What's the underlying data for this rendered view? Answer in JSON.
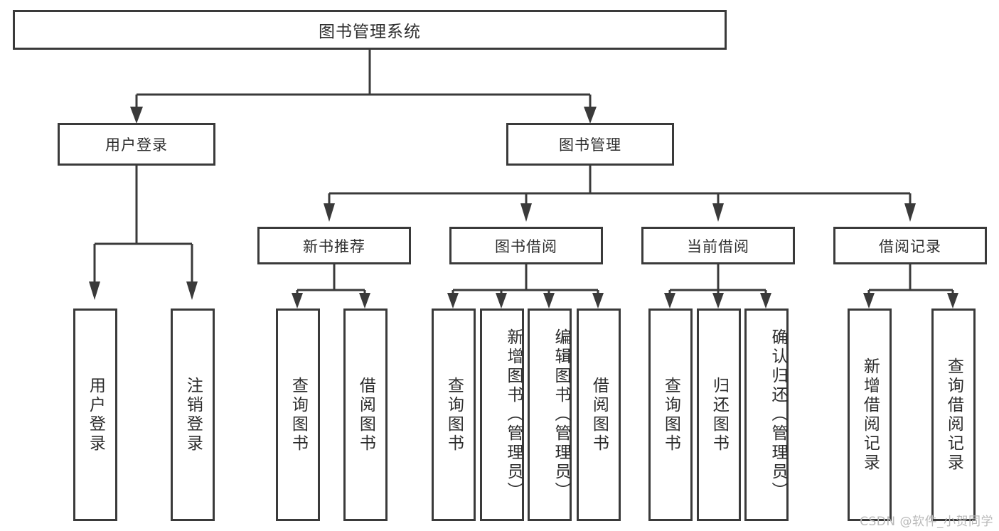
{
  "diagram": {
    "title": "图书管理系统",
    "type": "tree",
    "root": {
      "label": "图书管理系统",
      "children": [
        {
          "label": "用户登录",
          "children": [
            {
              "label": "用户登录"
            },
            {
              "label": "注销登录"
            }
          ]
        },
        {
          "label": "图书管理",
          "children": [
            {
              "label": "新书推荐",
              "children": [
                {
                  "label": "查询图书"
                },
                {
                  "label": "借阅图书"
                }
              ]
            },
            {
              "label": "图书借阅",
              "children": [
                {
                  "label": "查询图书"
                },
                {
                  "label": "新增图书（管理员）"
                },
                {
                  "label": "编辑图书（管理员）"
                },
                {
                  "label": "借阅图书"
                }
              ]
            },
            {
              "label": "当前借阅",
              "children": [
                {
                  "label": "查询图书"
                },
                {
                  "label": "归还图书"
                },
                {
                  "label": "确认归还（管理员）"
                }
              ]
            },
            {
              "label": "借阅记录",
              "children": [
                {
                  "label": "新增借阅记录"
                },
                {
                  "label": "查询借阅记录"
                }
              ]
            }
          ]
        }
      ]
    }
  },
  "nodes": {
    "root": "图书管理系统",
    "l1_user_login": "用户登录",
    "l1_book_manage": "图书管理",
    "l2_new_book_rec": "新书推荐",
    "l2_book_borrow": "图书借阅",
    "l2_current_borrow": "当前借阅",
    "l2_borrow_record": "借阅记录",
    "leaf_user_login": "用户登录",
    "leaf_logout": "注销登录",
    "leaf_query_book_1": "查询图书",
    "leaf_borrow_book_1": "借阅图书",
    "leaf_query_book_2": "查询图书",
    "leaf_add_book_admin": "新增图书（管理员）",
    "leaf_edit_book_admin": "编辑图书（管理员）",
    "leaf_borrow_book_2": "借阅图书",
    "leaf_query_book_3": "查询图书",
    "leaf_return_book": "归还图书",
    "leaf_confirm_return_admin": "确认归还（管理员）",
    "leaf_add_record": "新增借阅记录",
    "leaf_query_record": "查询借阅记录"
  },
  "watermark": {
    "text": "CSDN @软件_小贺同学"
  },
  "colors": {
    "stroke": "#3a3a3a",
    "text": "#2c2c2c",
    "background": "#ffffff",
    "watermark": "#b9b9b9"
  }
}
